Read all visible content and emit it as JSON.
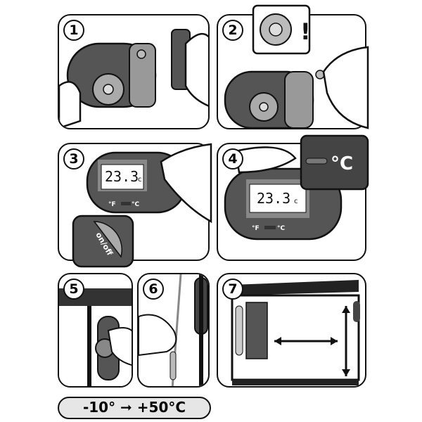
{
  "steps": [
    {
      "number": "1"
    },
    {
      "number": "2",
      "callout": "!"
    },
    {
      "number": "3",
      "display": "23.3",
      "display_unit": "c",
      "unit_f": "°F",
      "unit_c": "°C",
      "switch_label": "on/off"
    },
    {
      "number": "4",
      "display": "23.3",
      "display_unit": "c",
      "unit_f": "°F",
      "unit_c": "°C",
      "callout": "°C"
    },
    {
      "number": "5"
    },
    {
      "number": "6"
    },
    {
      "number": "7"
    }
  ],
  "temperature_range": {
    "min": "-10°",
    "arrow": "➞",
    "max": "+50°C"
  }
}
